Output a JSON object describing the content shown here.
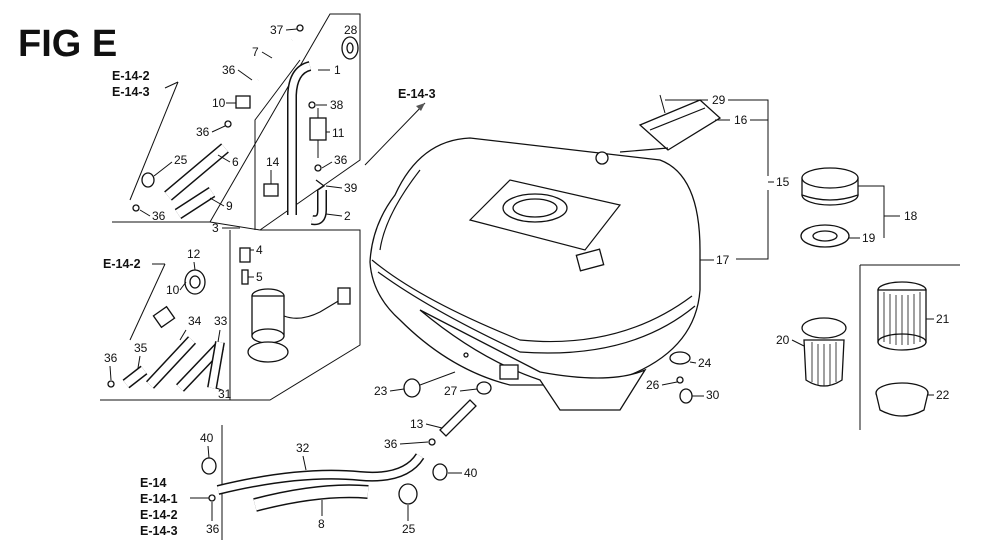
{
  "figure": {
    "title": "FIG E"
  },
  "refs": {
    "top_left_a": "E-14-2",
    "top_left_b": "E-14-3",
    "top_center": "E-14-3",
    "mid_left": "E-14-2",
    "bottom_a": "E-14",
    "bottom_b": "E-14-1",
    "bottom_c": "E-14-2",
    "bottom_d": "E-14-3"
  },
  "parts": {
    "p37": "37",
    "p28": "28",
    "p7": "7",
    "p36a": "36",
    "p1": "1",
    "p10a": "10",
    "p38": "38",
    "p36b": "36",
    "p11": "11",
    "p25a": "25",
    "p6": "6",
    "p14": "14",
    "p36c": "36",
    "p39": "39",
    "p36d": "36",
    "p9": "9",
    "p2": "2",
    "p29": "29",
    "p16": "16",
    "p15": "15",
    "p18": "18",
    "p19": "19",
    "p17": "17",
    "p3": "3",
    "p4": "4",
    "p5": "5",
    "p12": "12",
    "p10b": "10",
    "p34": "34",
    "p33": "33",
    "p35": "35",
    "p36e": "36",
    "p31": "31",
    "p21": "21",
    "p20": "20",
    "p22": "22",
    "p24": "24",
    "p23": "23",
    "p27": "27",
    "p26": "26",
    "p30": "30",
    "p13": "13",
    "p40a": "40",
    "p32": "32",
    "p36f": "36",
    "p40b": "40",
    "p8": "8",
    "p36g": "36",
    "p25b": "25"
  }
}
